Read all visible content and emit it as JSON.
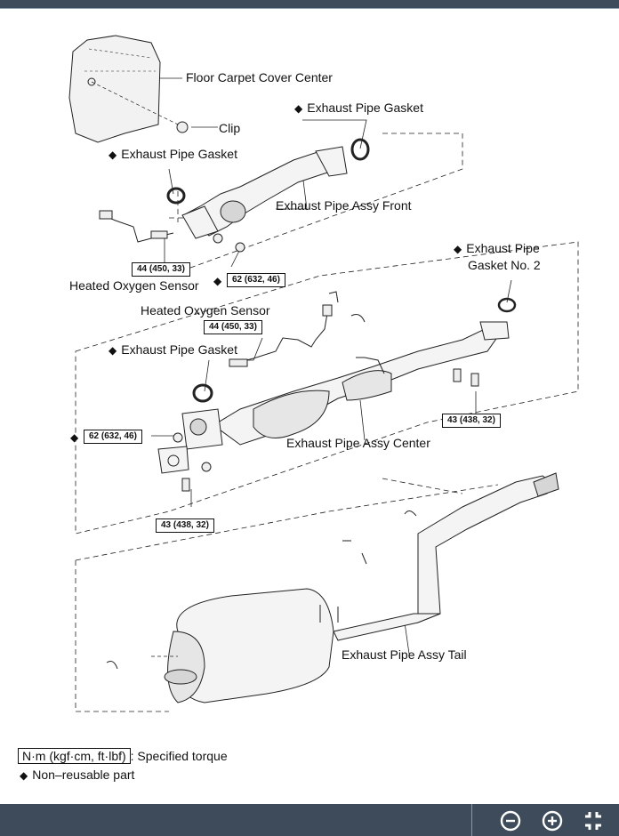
{
  "labels": {
    "floor_carpet_cover_center": "Floor Carpet Cover Center",
    "clip": "Clip",
    "exhaust_pipe_gasket_top": "Exhaust Pipe Gasket",
    "exhaust_pipe_gasket_left": "Exhaust Pipe Gasket",
    "exhaust_pipe_assy_front": "Exhaust Pipe Assy Front",
    "heated_oxygen_sensor_front": "Heated Oxygen Sensor",
    "exhaust_pipe_gasket_no2_line1": "Exhaust Pipe",
    "exhaust_pipe_gasket_no2_line2": "Gasket No. 2",
    "heated_oxygen_sensor_center": "Heated Oxygen Sensor",
    "exhaust_pipe_gasket_center": "Exhaust Pipe Gasket",
    "exhaust_pipe_assy_center": "Exhaust Pipe Assy Center",
    "exhaust_pipe_assy_tail": "Exhaust Pipe Assy Tail"
  },
  "torques": {
    "front_sensor": "44 (450, 33)",
    "front_nut": "62 (632, 46)",
    "center_sensor": "44 (450, 33)",
    "center_right_bolt": "43 (438, 32)",
    "center_left_nut": "62 (632, 46)",
    "center_lower_bolt": "43 (438, 32)"
  },
  "symbols": {
    "non_reusable": "◆"
  },
  "legend": {
    "torque_unit": "N·m (kgf·cm, ft·lbf)",
    "torque_desc": ": Specified torque",
    "non_reusable_desc": "Non–reusable part"
  },
  "toolbar": {
    "zoom_out_icon": "zoom-out-icon",
    "zoom_in_icon": "zoom-in-icon",
    "collapse_icon": "collapse-fullscreen-icon"
  },
  "colors": {
    "bar": "#3e4b5b",
    "line": "#222222",
    "part_fill": "#f4f4f4",
    "shade": "#d6d6d6"
  }
}
